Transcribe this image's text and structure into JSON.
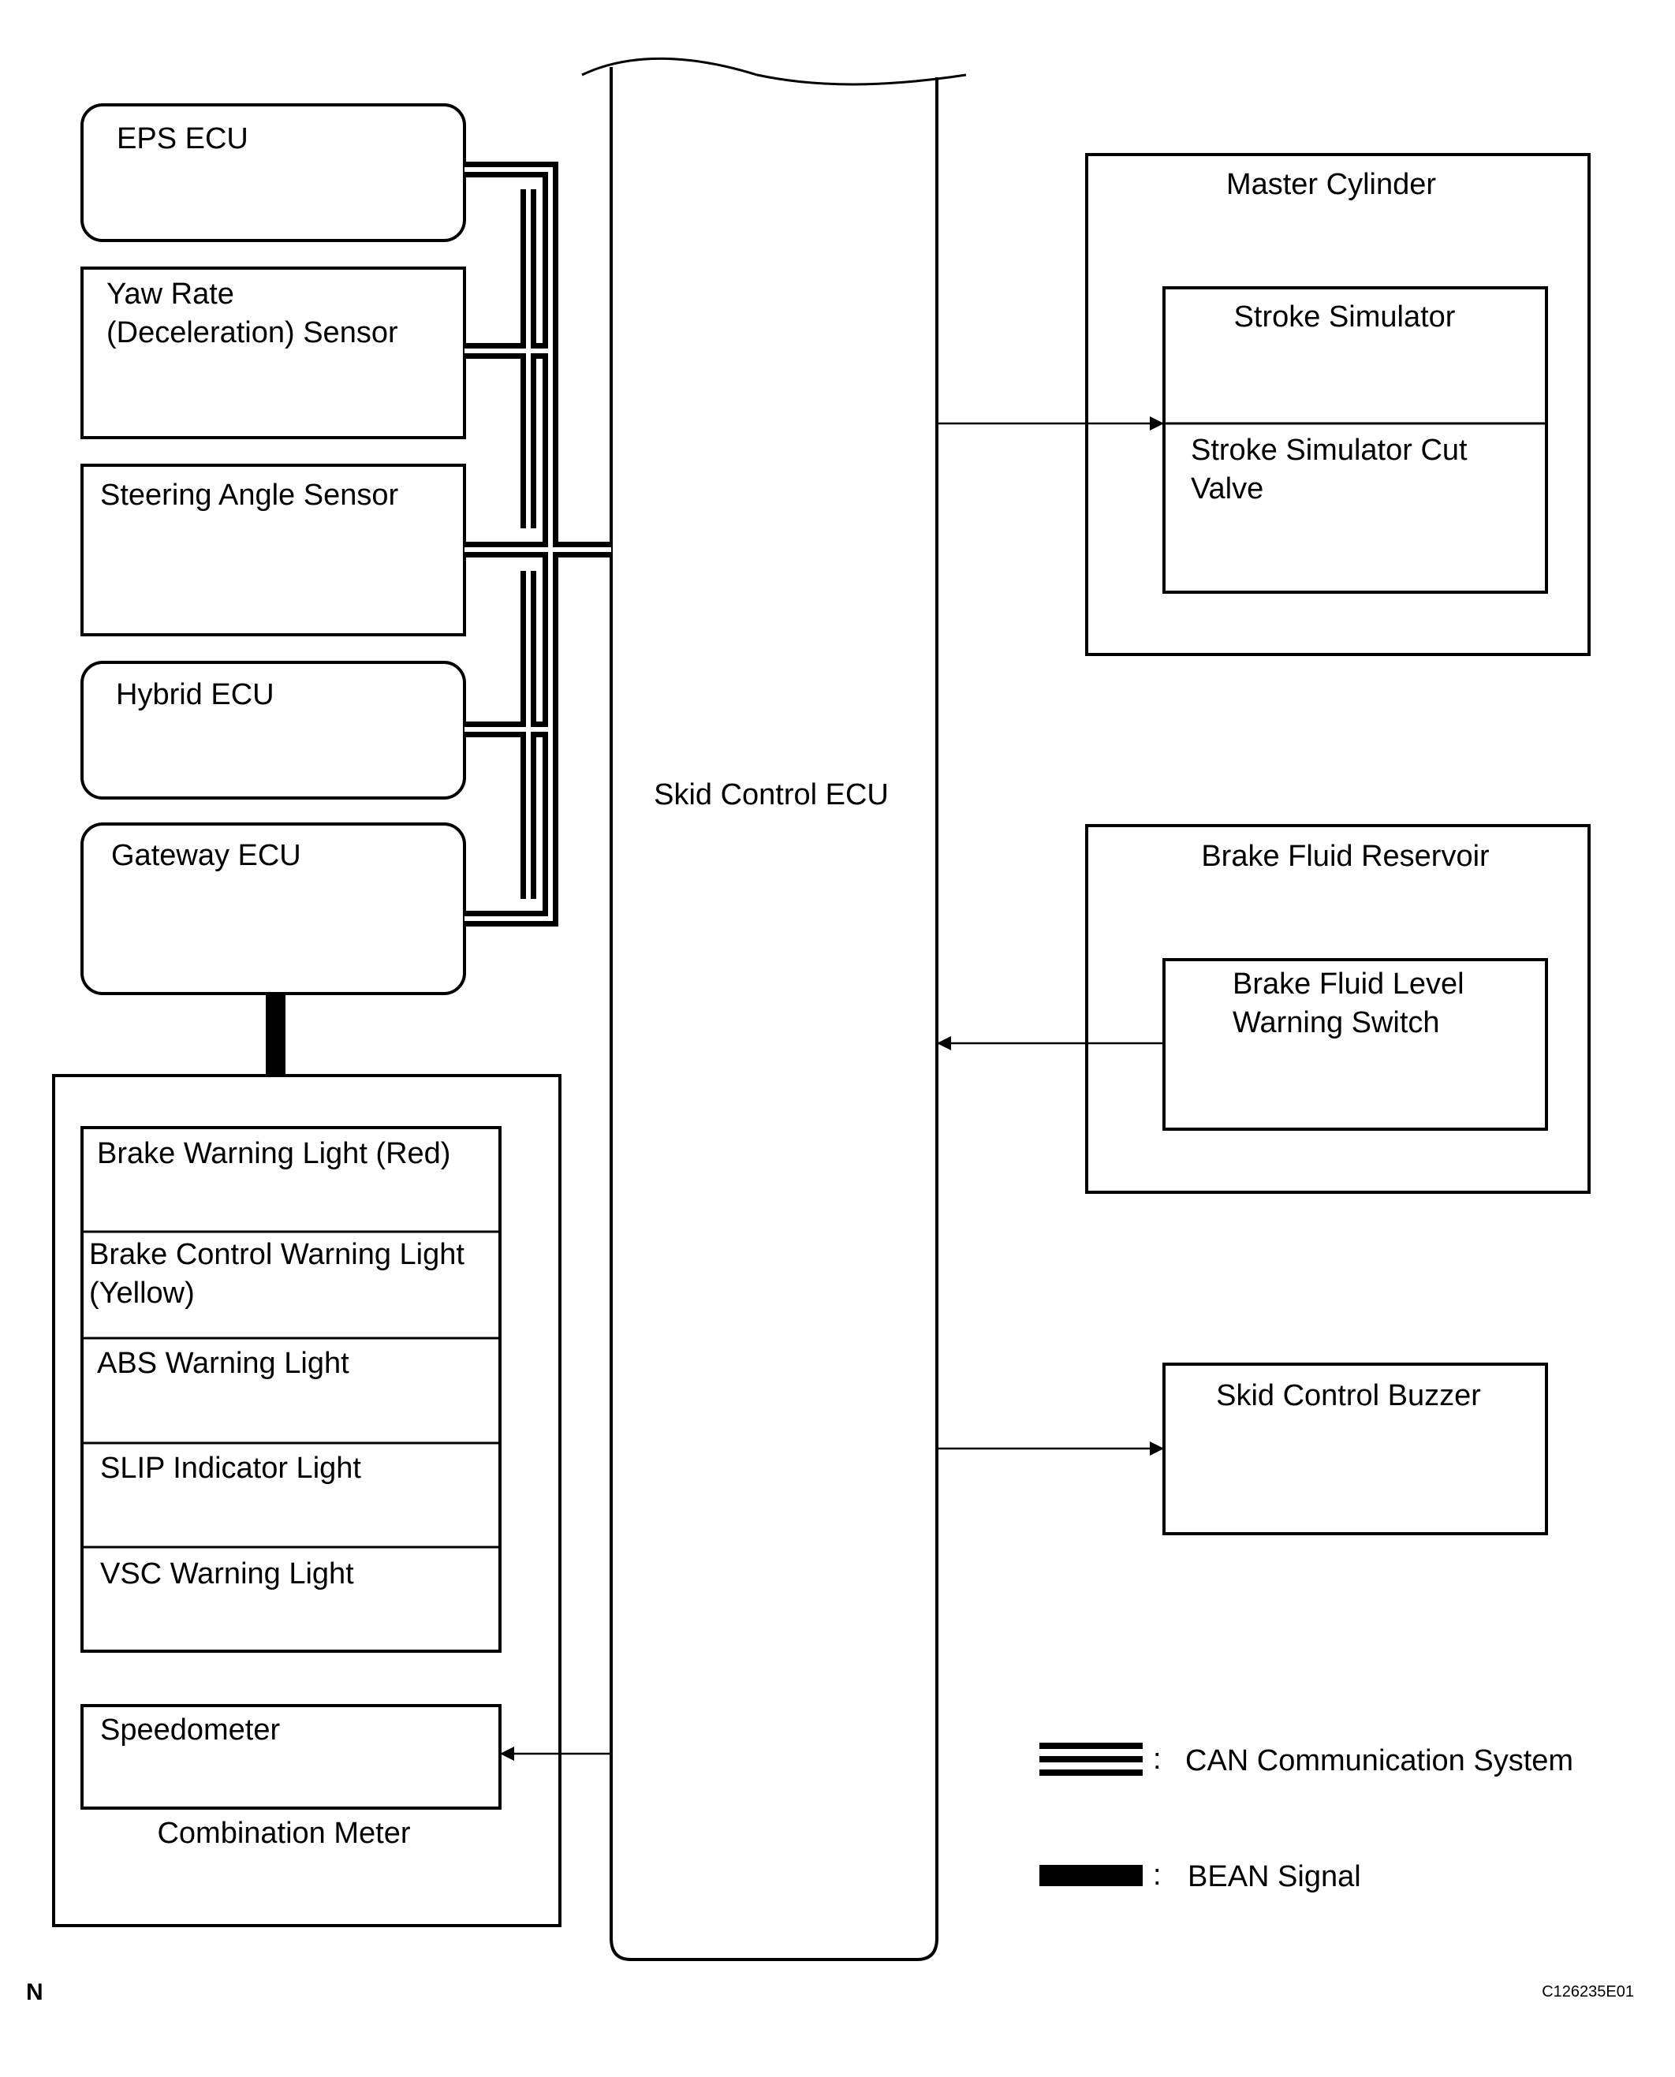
{
  "diagram": {
    "ecu": {
      "label": "Skid Control ECU"
    },
    "left_modules": [
      {
        "id": "eps-ecu",
        "lines": [
          "EPS ECU"
        ]
      },
      {
        "id": "yaw-rate-sensor",
        "lines": [
          "Yaw Rate",
          "(Deceleration) Sensor"
        ]
      },
      {
        "id": "steering-angle-sensor",
        "lines": [
          "Steering Angle Sensor"
        ]
      },
      {
        "id": "hybrid-ecu",
        "lines": [
          "Hybrid ECU"
        ]
      },
      {
        "id": "gateway-ecu",
        "lines": [
          "Gateway ECU"
        ]
      }
    ],
    "combination_meter": {
      "label": "Combination Meter",
      "lights": [
        {
          "id": "brake-warning-light",
          "lines": [
            "Brake Warning Light (Red)"
          ]
        },
        {
          "id": "brake-control-warning-light",
          "lines": [
            "Brake Control Warning Light",
            "(Yellow)"
          ]
        },
        {
          "id": "abs-warning-light",
          "lines": [
            "ABS Warning Light"
          ]
        },
        {
          "id": "slip-indicator-light",
          "lines": [
            "SLIP Indicator Light"
          ]
        },
        {
          "id": "vsc-warning-light",
          "lines": [
            "VSC Warning Light"
          ]
        }
      ],
      "speedometer": {
        "label": "Speedometer"
      }
    },
    "master_cylinder": {
      "label": "Master Cylinder",
      "stroke_simulator": "Stroke Simulator",
      "cut_valve_lines": [
        "Stroke Simulator Cut",
        "Valve"
      ]
    },
    "reservoir": {
      "label": "Brake Fluid Reservoir",
      "switch_lines": [
        "Brake Fluid Level",
        "Warning Switch"
      ]
    },
    "buzzer": {
      "label": "Skid Control Buzzer"
    },
    "legend": {
      "can_label": "CAN Communication System",
      "bean_label": "BEAN Signal",
      "separator": ":"
    },
    "corner_mark": "N",
    "figure_code": "C126235E01"
  }
}
